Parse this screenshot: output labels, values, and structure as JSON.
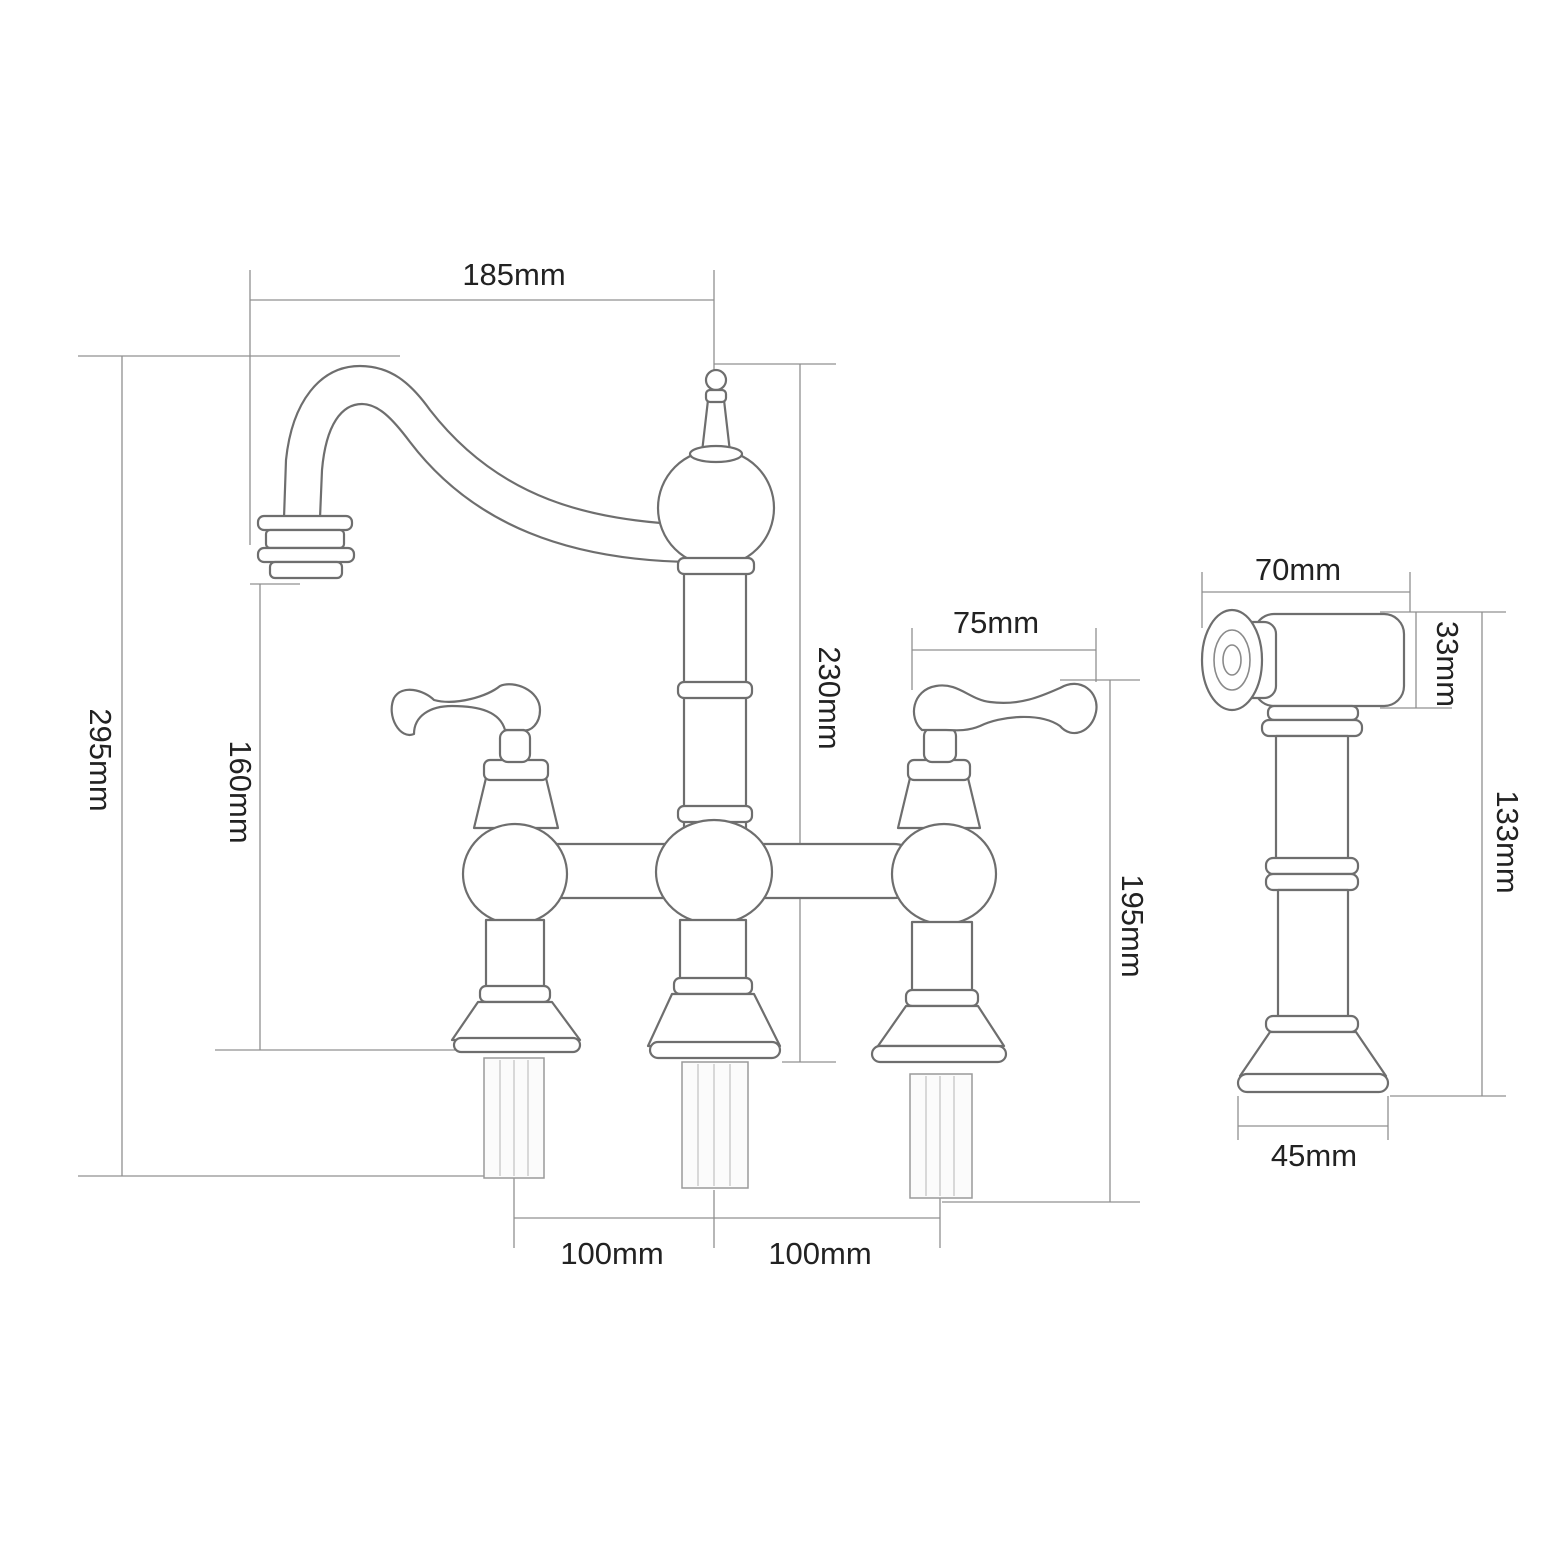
{
  "dimensions": {
    "spout_reach": "185mm",
    "overall_height": "295mm",
    "spout_clearance": "160mm",
    "body_height": "230mm",
    "handle_length": "75mm",
    "handle_height": "195mm",
    "spacing_left": "100mm",
    "spacing_right": "100mm",
    "sprayer_length": "70mm",
    "sprayer_head_diameter": "33mm",
    "sprayer_height": "133mm",
    "sprayer_base_diameter": "45mm"
  },
  "colors": {
    "outline": "#6e6e6e",
    "dimension_line": "#909090",
    "label": "#222222",
    "background": "#ffffff"
  }
}
